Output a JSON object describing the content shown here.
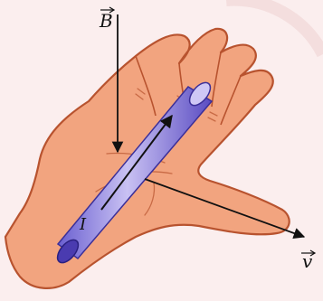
{
  "labels": {
    "magnetic_field": "B",
    "current": "I",
    "velocity": "v"
  },
  "colors": {
    "background": "#fbeeee",
    "skin": "#f2a47f",
    "skin_outline": "#b8532f",
    "crease": "#c86a45",
    "rod": "#9b8fe3",
    "rod_dark": "#4a3bb0",
    "arrow": "#111111"
  }
}
